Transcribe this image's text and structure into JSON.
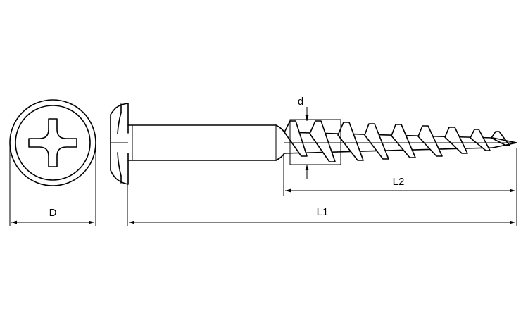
{
  "dimensions": {
    "head_diameter": "D",
    "overall_length": "L1",
    "thread_length": "L2",
    "thread_diameter": "d"
  }
}
